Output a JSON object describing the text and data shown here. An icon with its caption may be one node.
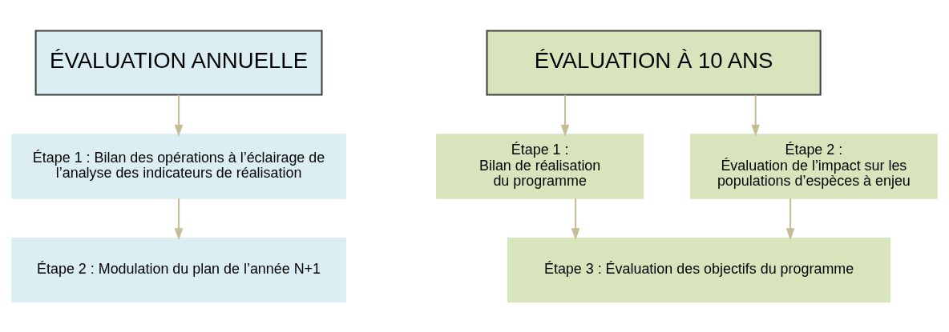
{
  "diagram": {
    "nodes": [
      {
        "text": [
          "ÉVALUATION ANNUELLE"
        ]
      },
      {
        "text": [
          "Étape 1 : Bilan des opérations à l’éclairage de l’analyse des indicateurs de réalisation"
        ]
      },
      {
        "text": [
          "Étape 2 : Modulation du plan de l’année N+1"
        ]
      },
      {
        "text": [
          "ÉVALUATION À 10 ANS"
        ]
      },
      {
        "text": [
          "Étape 1 :",
          "Bilan de réalisation du programme"
        ]
      },
      {
        "text": [
          "Étape 2 :",
          "Évaluation de l’impact sur les populations d’espèces à enjeu"
        ]
      },
      {
        "text": [
          "Étape 3 : Évaluation des objectifs du programme"
        ]
      }
    ],
    "edges": [
      {
        "from": 0,
        "to": 1,
        "arrow": "to"
      },
      {
        "from": 1,
        "to": 2,
        "arrow": "to"
      },
      {
        "from": 3,
        "to": 4,
        "arrow": "to"
      },
      {
        "from": 3,
        "to": 5,
        "arrow": "to"
      },
      {
        "from": 4,
        "to": 6,
        "arrow": "to"
      },
      {
        "from": 5,
        "to": 6,
        "arrow": "to"
      }
    ]
  }
}
